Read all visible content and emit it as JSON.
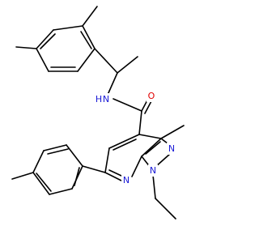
{
  "molecule": {
    "atoms": {
      "amide_n": {
        "symbol": "N",
        "hydrogen": "H",
        "color": "#1a1ad6"
      },
      "carbonyl_o": {
        "symbol": "O",
        "color": "#e00000"
      },
      "pyrazole_n2": {
        "symbol": "N",
        "color": "#1a1ad6"
      },
      "pyrazole_n1": {
        "symbol": "N",
        "color": "#1a1ad6"
      },
      "pyridine_n": {
        "symbol": "N",
        "color": "#1a1ad6"
      }
    },
    "bond_color": "#000000"
  }
}
